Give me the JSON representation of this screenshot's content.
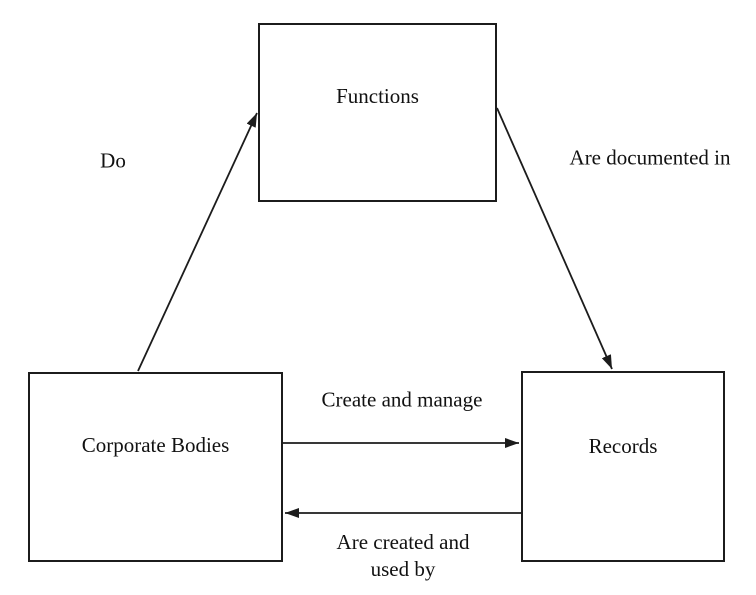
{
  "diagram": {
    "colors": {
      "background": "#ffffff",
      "line": "#1c1c1c",
      "text": "#111111"
    },
    "nodes": {
      "functions": {
        "label": "Functions"
      },
      "corporate_bodies": {
        "label": "Corporate Bodies"
      },
      "records": {
        "label": "Records"
      }
    },
    "edges": {
      "do": {
        "label": "Do",
        "from": "Corporate Bodies",
        "to": "Functions"
      },
      "are_documented_in": {
        "label": "Are documented in",
        "from": "Functions",
        "to": "Records"
      },
      "create_and_manage": {
        "label": "Create and manage",
        "from": "Corporate Bodies",
        "to": "Records"
      },
      "are_created_and_used_by": {
        "label": "Are created and\nused by",
        "from": "Records",
        "to": "Corporate Bodies"
      }
    }
  }
}
